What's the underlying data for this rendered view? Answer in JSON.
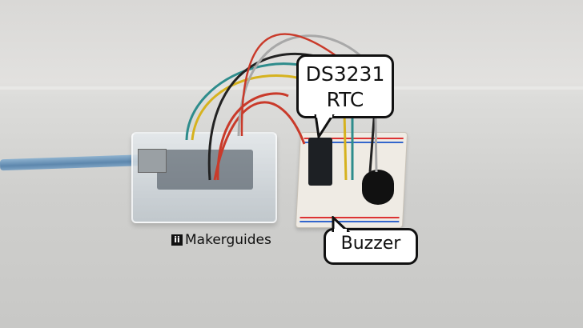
{
  "callouts": {
    "rtc_line1": "DS3231",
    "rtc_line2": "RTC",
    "buzzer": "Buzzer"
  },
  "logo": {
    "text": "Makerguides"
  },
  "wire_colors": [
    "#2e8c8c",
    "#d6b21e",
    "#202020",
    "#c93a2a",
    "#a0a0a0",
    "#2a2a2a"
  ]
}
